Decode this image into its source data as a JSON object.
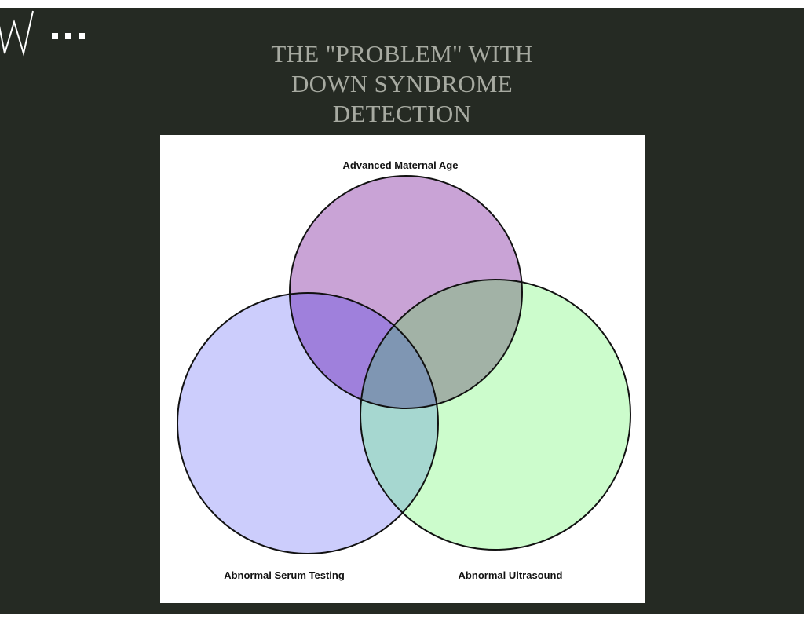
{
  "slide": {
    "title_lines": [
      "THE \"PROBLEM\" WITH",
      "DOWN SYNDROME",
      "DETECTION"
    ],
    "background_color": "#252a23",
    "title_color": "#a7aaa1"
  },
  "logo": {
    "icon": "w-logo-icon",
    "dots_icon": "three-dots-icon"
  },
  "venn": {
    "sets": [
      {
        "label": "Advanced Maternal Age",
        "color": "#c9a3d6"
      },
      {
        "label": "Abnormal Serum Testing",
        "color": "#cccdfc"
      },
      {
        "label": "Abnormal Ultrasound",
        "color": "#ccfccc"
      }
    ],
    "overlap_colors": {
      "age_serum": "#9f80dc",
      "age_ultrasound": "#a2b2a6",
      "serum_ultrasound": "#a6d7d0",
      "all_three": "#7f96b3"
    },
    "outline_color": "#111111"
  }
}
